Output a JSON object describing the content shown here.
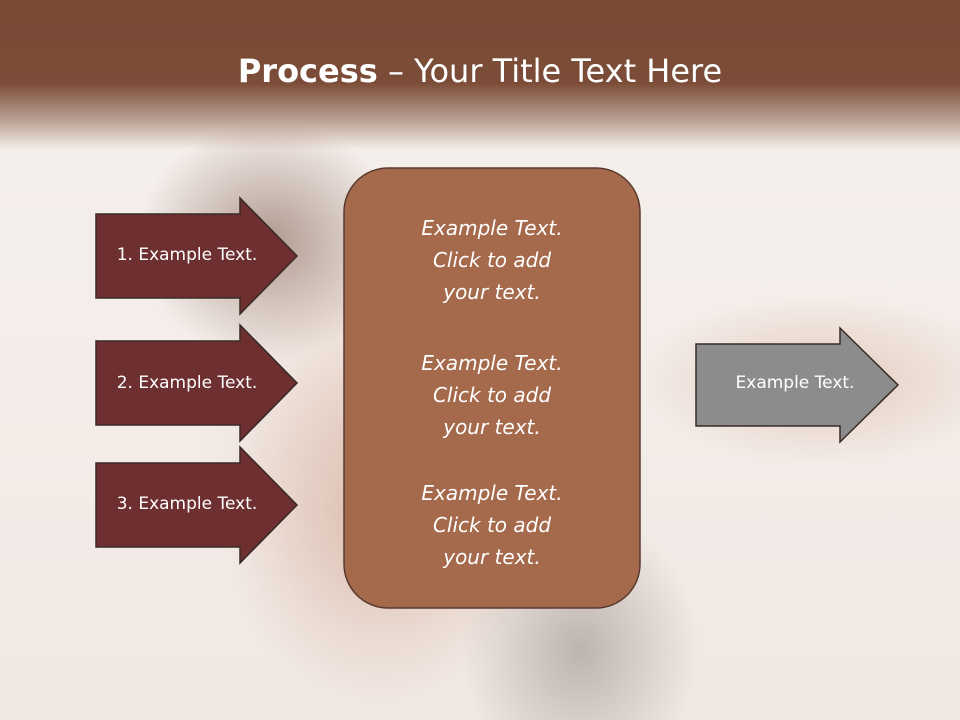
{
  "title": {
    "bold": "Process",
    "separator": " – ",
    "rest": "Your Title Text Here"
  },
  "left_arrows": [
    {
      "label": "1. Example Text."
    },
    {
      "label": "2. Example Text."
    },
    {
      "label": "3. Example Text."
    }
  ],
  "center_box": {
    "blocks": [
      {
        "line1": "Example Text.",
        "line2": "Click  to add",
        "line3": "your text."
      },
      {
        "line1": "Example Text.",
        "line2": "Click  to add",
        "line3": "your text."
      },
      {
        "line1": "Example Text.",
        "line2": "Click  to add",
        "line3": "your text."
      }
    ]
  },
  "right_arrow": {
    "label": "Example Text."
  },
  "colors": {
    "title_band": "#7a4a35",
    "left_arrow_fill": "#6e2f30",
    "center_box_fill": "#a5694b",
    "right_arrow_fill": "#8c8c8c",
    "outline": "#3a2a26"
  }
}
